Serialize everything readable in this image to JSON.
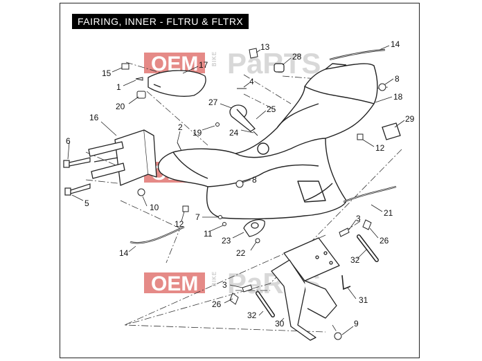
{
  "title": "FAIRING, INNER - FLTRU & FLTRX",
  "watermark": {
    "oem": "OEM",
    "bike": "BIKE",
    "parts": "PaRTS",
    "oem_bg": "#e58a87"
  },
  "callouts": [
    {
      "id": "c13",
      "label": "13"
    },
    {
      "id": "c14a",
      "label": "14"
    },
    {
      "id": "c15",
      "label": "15"
    },
    {
      "id": "c17",
      "label": "17"
    },
    {
      "id": "c28",
      "label": "28"
    },
    {
      "id": "c8a",
      "label": "8"
    },
    {
      "id": "c1",
      "label": "1"
    },
    {
      "id": "c4",
      "label": "4"
    },
    {
      "id": "c18",
      "label": "18"
    },
    {
      "id": "c20",
      "label": "20"
    },
    {
      "id": "c27",
      "label": "27"
    },
    {
      "id": "c25",
      "label": "25"
    },
    {
      "id": "c16",
      "label": "16"
    },
    {
      "id": "c2",
      "label": "2"
    },
    {
      "id": "c19",
      "label": "19"
    },
    {
      "id": "c24",
      "label": "24"
    },
    {
      "id": "c29",
      "label": "29"
    },
    {
      "id": "c6",
      "label": "6"
    },
    {
      "id": "c12a",
      "label": "12"
    },
    {
      "id": "c8b",
      "label": "8"
    },
    {
      "id": "c5",
      "label": "5"
    },
    {
      "id": "c10",
      "label": "10"
    },
    {
      "id": "c21",
      "label": "21"
    },
    {
      "id": "c12b",
      "label": "12"
    },
    {
      "id": "c7",
      "label": "7"
    },
    {
      "id": "c3a",
      "label": "3"
    },
    {
      "id": "c11",
      "label": "11"
    },
    {
      "id": "c23",
      "label": "23"
    },
    {
      "id": "c26a",
      "label": "26"
    },
    {
      "id": "c14b",
      "label": "14"
    },
    {
      "id": "c22",
      "label": "22"
    },
    {
      "id": "c32a",
      "label": "32"
    },
    {
      "id": "c3b",
      "label": "3"
    },
    {
      "id": "c31",
      "label": "31"
    },
    {
      "id": "c26b",
      "label": "26"
    },
    {
      "id": "c32b",
      "label": "32"
    },
    {
      "id": "c30",
      "label": "30"
    },
    {
      "id": "c9",
      "label": "9"
    }
  ]
}
